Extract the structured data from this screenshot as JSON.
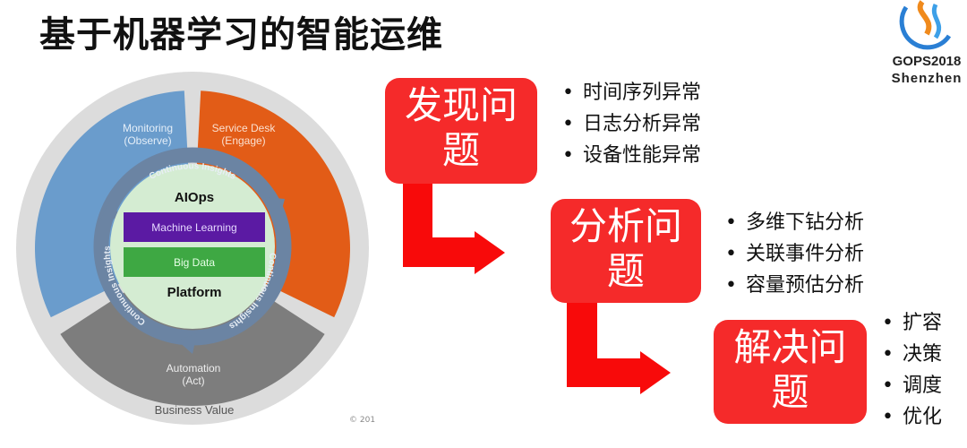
{
  "title": "基于机器学习的智能运维",
  "logo": {
    "line1": "GOPS2018",
    "line2": "Shenzhen"
  },
  "wheel": {
    "monitoring": [
      "Monitoring",
      "(Observe)"
    ],
    "service_desk": [
      "Service Desk",
      "(Engage)"
    ],
    "automation": [
      "Automation",
      "(Act)"
    ],
    "ring_label": "Continuous Insights",
    "aiops": "AIOps",
    "machine_learning": "Machine Learning",
    "big_data": "Big Data",
    "platform": "Platform",
    "business_value": "Business Value",
    "copyright": "© 201",
    "colors": {
      "monitoring": "#6a9ccc",
      "service_desk": "#e25c17",
      "automation": "#7d7d7d",
      "outer": "#dcdcdc",
      "core": "#d4ecd2",
      "ring": "#6b84a3",
      "ml": "#5b1aa3",
      "bigdata": "#3ea843"
    }
  },
  "steps": [
    {
      "title_line1": "发现问",
      "title_line2": "题",
      "items": [
        "时间序列异常",
        "日志分析异常",
        "设备性能异常"
      ]
    },
    {
      "title_line1": "分析问",
      "title_line2": "题",
      "items": [
        "多维下钻分析",
        "关联事件分析",
        "容量预估分析"
      ]
    },
    {
      "title_line1": "解决问",
      "title_line2": "题",
      "items": [
        "扩容",
        "决策",
        "调度",
        "优化"
      ]
    }
  ],
  "accent": "#f52a2a"
}
